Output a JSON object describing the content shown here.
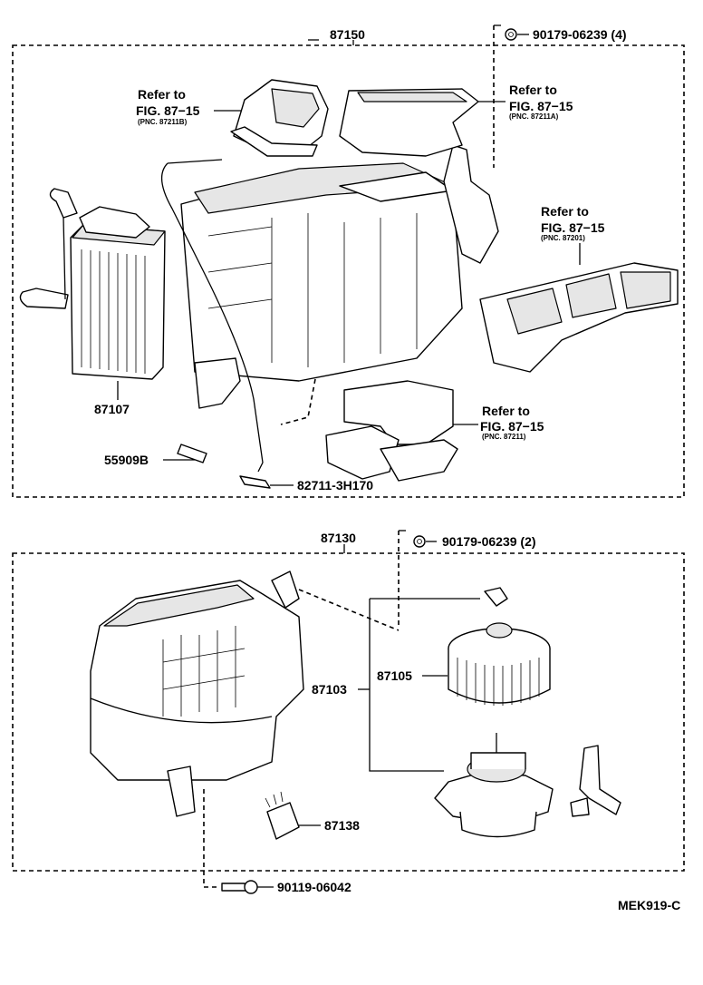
{
  "sections": {
    "upper": {
      "assembly_number": "87150",
      "clip_callout": "90179-06239 (4)",
      "labels": {
        "heater_core": "87107",
        "cable": "55909B",
        "clip": "82711-3H170"
      },
      "refer_callouts": [
        {
          "refer": "Refer to",
          "fig": "FIG. 87−15",
          "pnc": "(PNC. 87211B)"
        },
        {
          "refer": "Refer to",
          "fig": "FIG. 87−15",
          "pnc": "(PNC. 87211A)"
        },
        {
          "refer": "Refer to",
          "fig": "FIG. 87−15",
          "pnc": "(PNC. 87201)"
        },
        {
          "refer": "Refer to",
          "fig": "FIG. 87−15",
          "pnc": "(PNC. 87211)"
        }
      ]
    },
    "lower": {
      "assembly_number": "87130",
      "clip_callout": "90179-06239 (2)",
      "labels": {
        "blower_motor": "87103",
        "fan": "87105",
        "resistor": "87138",
        "screw": "90119-06042"
      }
    }
  },
  "figure_code": "MEK919-C",
  "icons": [
    "clip-nut-icon",
    "screw-icon"
  ]
}
